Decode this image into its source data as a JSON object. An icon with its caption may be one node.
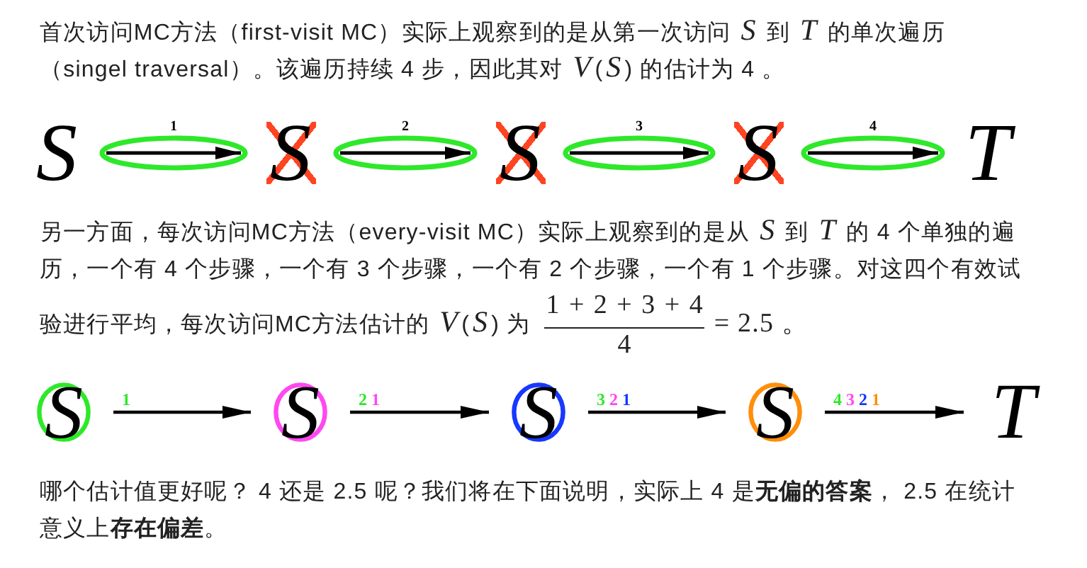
{
  "diagram": {
    "nodes": [
      {
        "text": [
          "S"
        ]
      },
      {
        "text": [
          "S"
        ]
      },
      {
        "text": [
          "S"
        ]
      },
      {
        "text": [
          "S"
        ]
      },
      {
        "text": [
          "T"
        ]
      },
      {
        "text": [
          "S"
        ]
      },
      {
        "text": [
          "S"
        ]
      },
      {
        "text": [
          "S"
        ]
      },
      {
        "text": [
          "S"
        ]
      },
      {
        "text": [
          "T"
        ]
      }
    ],
    "edges": [
      {
        "from": 0,
        "to": 1,
        "arrow": "to",
        "label": "1"
      },
      {
        "from": 1,
        "to": 2,
        "arrow": "to",
        "label": "2"
      },
      {
        "from": 2,
        "to": 3,
        "arrow": "to",
        "label": "3"
      },
      {
        "from": 3,
        "to": 4,
        "arrow": "to",
        "label": "4"
      },
      {
        "from": 5,
        "to": 6,
        "arrow": "to",
        "label": "1"
      },
      {
        "from": 6,
        "to": 7,
        "arrow": "to",
        "label": "2 1"
      },
      {
        "from": 7,
        "to": 8,
        "arrow": "to",
        "label": "3 2 1"
      },
      {
        "from": 8,
        "to": 9,
        "arrow": "to",
        "label": "4 3 2 1"
      }
    ],
    "labels": [
      "首次访问MC方法（first-visit MC）实际上观察到的是从第一次访问 *S* 到 *T* 的单次遍历（singel traversal）。该遍历持续 4 步，因此其对 *V*(*S*) 的估计为 4 。",
      "另一方面，每次访问MC方法（every-visit MC）实际上观察到的是从 *S* 到 *T* 的 4 个单独的遍历，一个有 4 个步骤，一个有 3 个步骤，一个有 2 个步骤，一个有 1 个步骤。对这四个有效试验进行平均，每次访问MC方法估计的 *V*(*S*) 为",
      "1 + 2 + 3 + 4",
      "4",
      "= 2.5 。",
      "哪个估计值更好呢？ 4 还是 2.5 呢？我们将在下面说明，实际上 4 是**无偏的答案**， 2.5 在统计意义上**存在偏差**。"
    ]
  }
}
